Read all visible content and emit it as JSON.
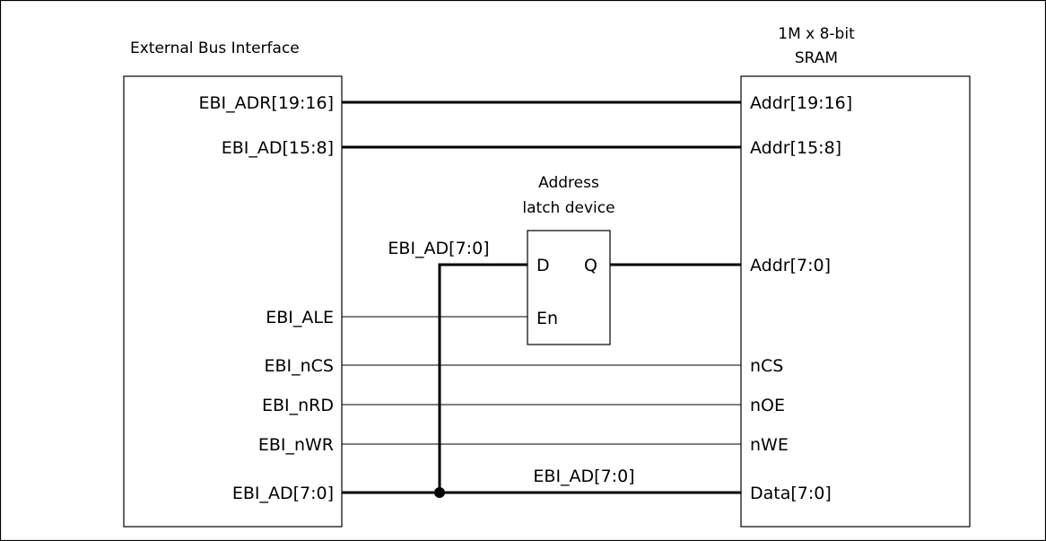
{
  "ebi": {
    "title": "External Bus Interface",
    "pins": {
      "adr_hi": "EBI_ADR[19:16]",
      "ad_mid": "EBI_AD[15:8]",
      "ale": "EBI_ALE",
      "ncs": "EBI_nCS",
      "nrd": "EBI_nRD",
      "nwr": "EBI_nWR",
      "ad_lo": "EBI_AD[7:0]"
    }
  },
  "sram": {
    "title_line1": "1M x 8-bit",
    "title_line2": "SRAM",
    "pins": {
      "addr_hi": "Addr[19:16]",
      "addr_mid": "Addr[15:8]",
      "addr_lo": "Addr[7:0]",
      "ncs": "nCS",
      "noe": "nOE",
      "nwe": "nWE",
      "data": "Data[7:0]"
    }
  },
  "latch": {
    "title_line1": "Address",
    "title_line2": "latch device",
    "pin_d": "D",
    "pin_q": "Q",
    "pin_en": "En"
  },
  "nets": {
    "latch_input_label": "EBI_AD[7:0]",
    "data_bus_label": "EBI_AD[7:0]"
  },
  "colors": {
    "line": "#000000",
    "background": "#ffffff"
  }
}
